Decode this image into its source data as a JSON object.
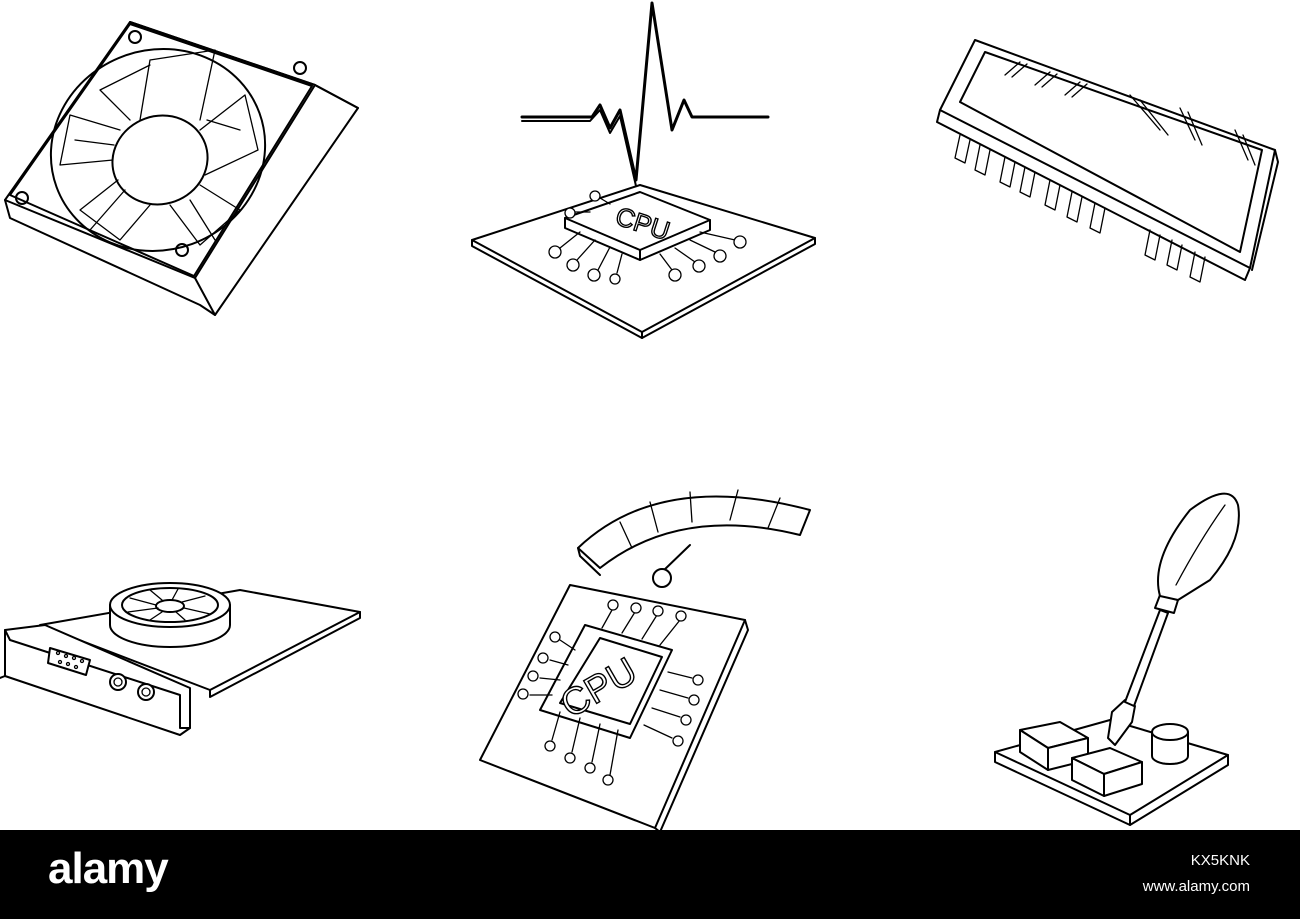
{
  "icons": [
    {
      "name": "cooling-fan",
      "label": ""
    },
    {
      "name": "cpu-load-pulse",
      "label": "CPU"
    },
    {
      "name": "ram-module",
      "label": ""
    },
    {
      "name": "graphics-card",
      "label": ""
    },
    {
      "name": "cpu-speed-gauge",
      "label": "CPU"
    },
    {
      "name": "screwdriver-board",
      "label": ""
    }
  ],
  "footer": {
    "logo": "alamy",
    "image_id": "KX5KNK",
    "site": "www.alamy.com"
  },
  "colors": {
    "background": "#ffffff",
    "line": "#000000",
    "footer": "#000000",
    "footer_text": "#ffffff"
  }
}
